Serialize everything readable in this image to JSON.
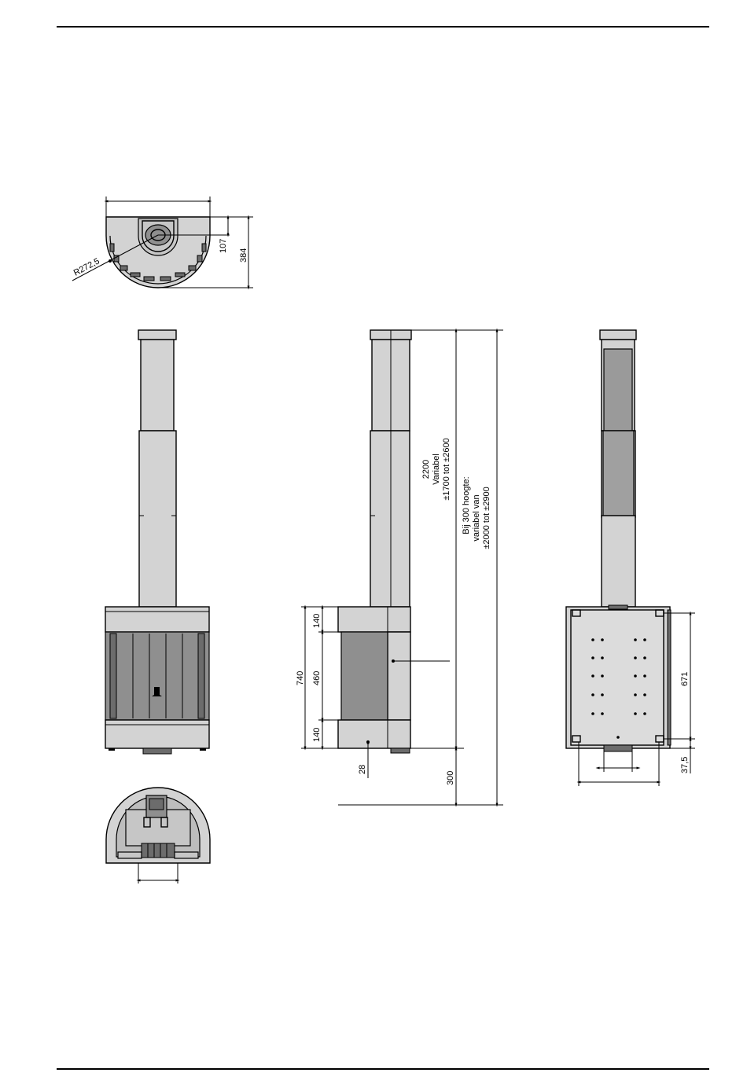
{
  "dimensions": {
    "radius_top": "R272,5",
    "depth_top_small": "107",
    "depth_top_total": "384",
    "side_height_main": "2200",
    "side_height_main_variable": "Variabel",
    "side_height_main_range": "±1700 tot ±2600",
    "side_height_alt_title": "Bij 300 hoogte:",
    "side_height_alt_variable": "variabel van",
    "side_height_alt_range": "±2000 tot ±2900",
    "body_total": "740",
    "body_top_band": "140",
    "body_glass": "460",
    "body_bottom_band": "140",
    "foot_offset": "28",
    "floor_gap": "300",
    "back_mount_height": "671",
    "back_bottom_offset": "37,5"
  }
}
